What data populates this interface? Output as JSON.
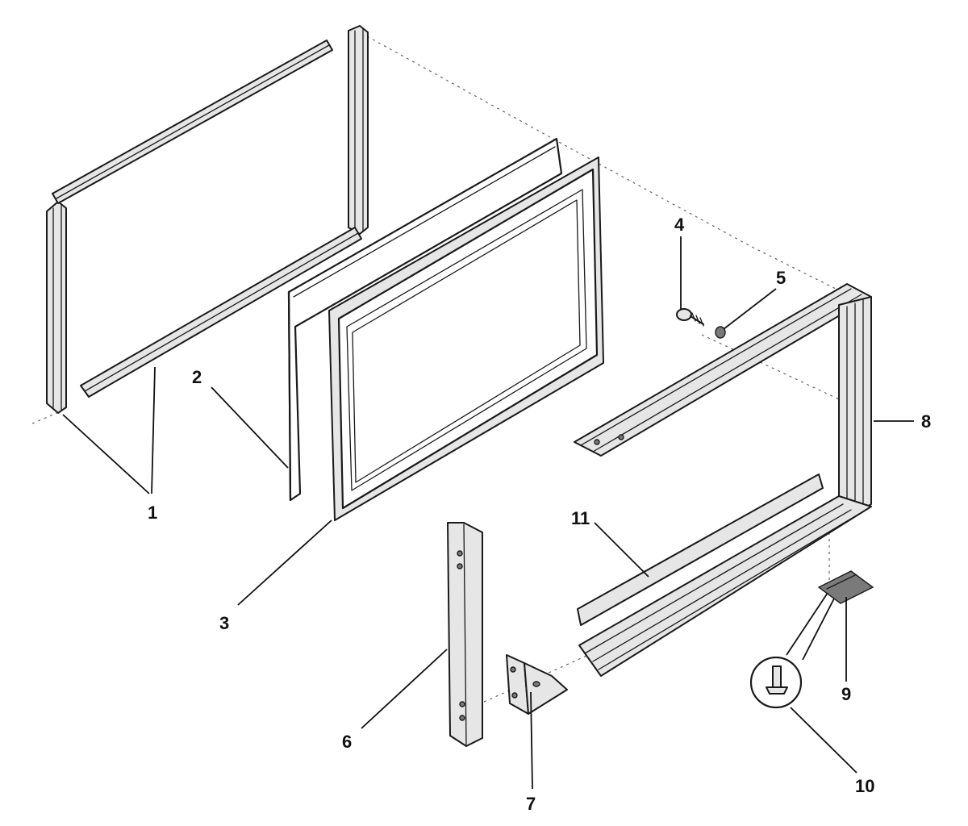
{
  "diagram": {
    "callouts": {
      "c1": "1",
      "c2": "2",
      "c3": "3",
      "c4": "4",
      "c5": "5",
      "c6": "6",
      "c7": "7",
      "c8": "8",
      "c9": "9",
      "c10": "10",
      "c11": "11"
    },
    "colors": {
      "line": "#1a1a1a",
      "fill": "#e6e6e6",
      "background": "#ffffff"
    }
  }
}
